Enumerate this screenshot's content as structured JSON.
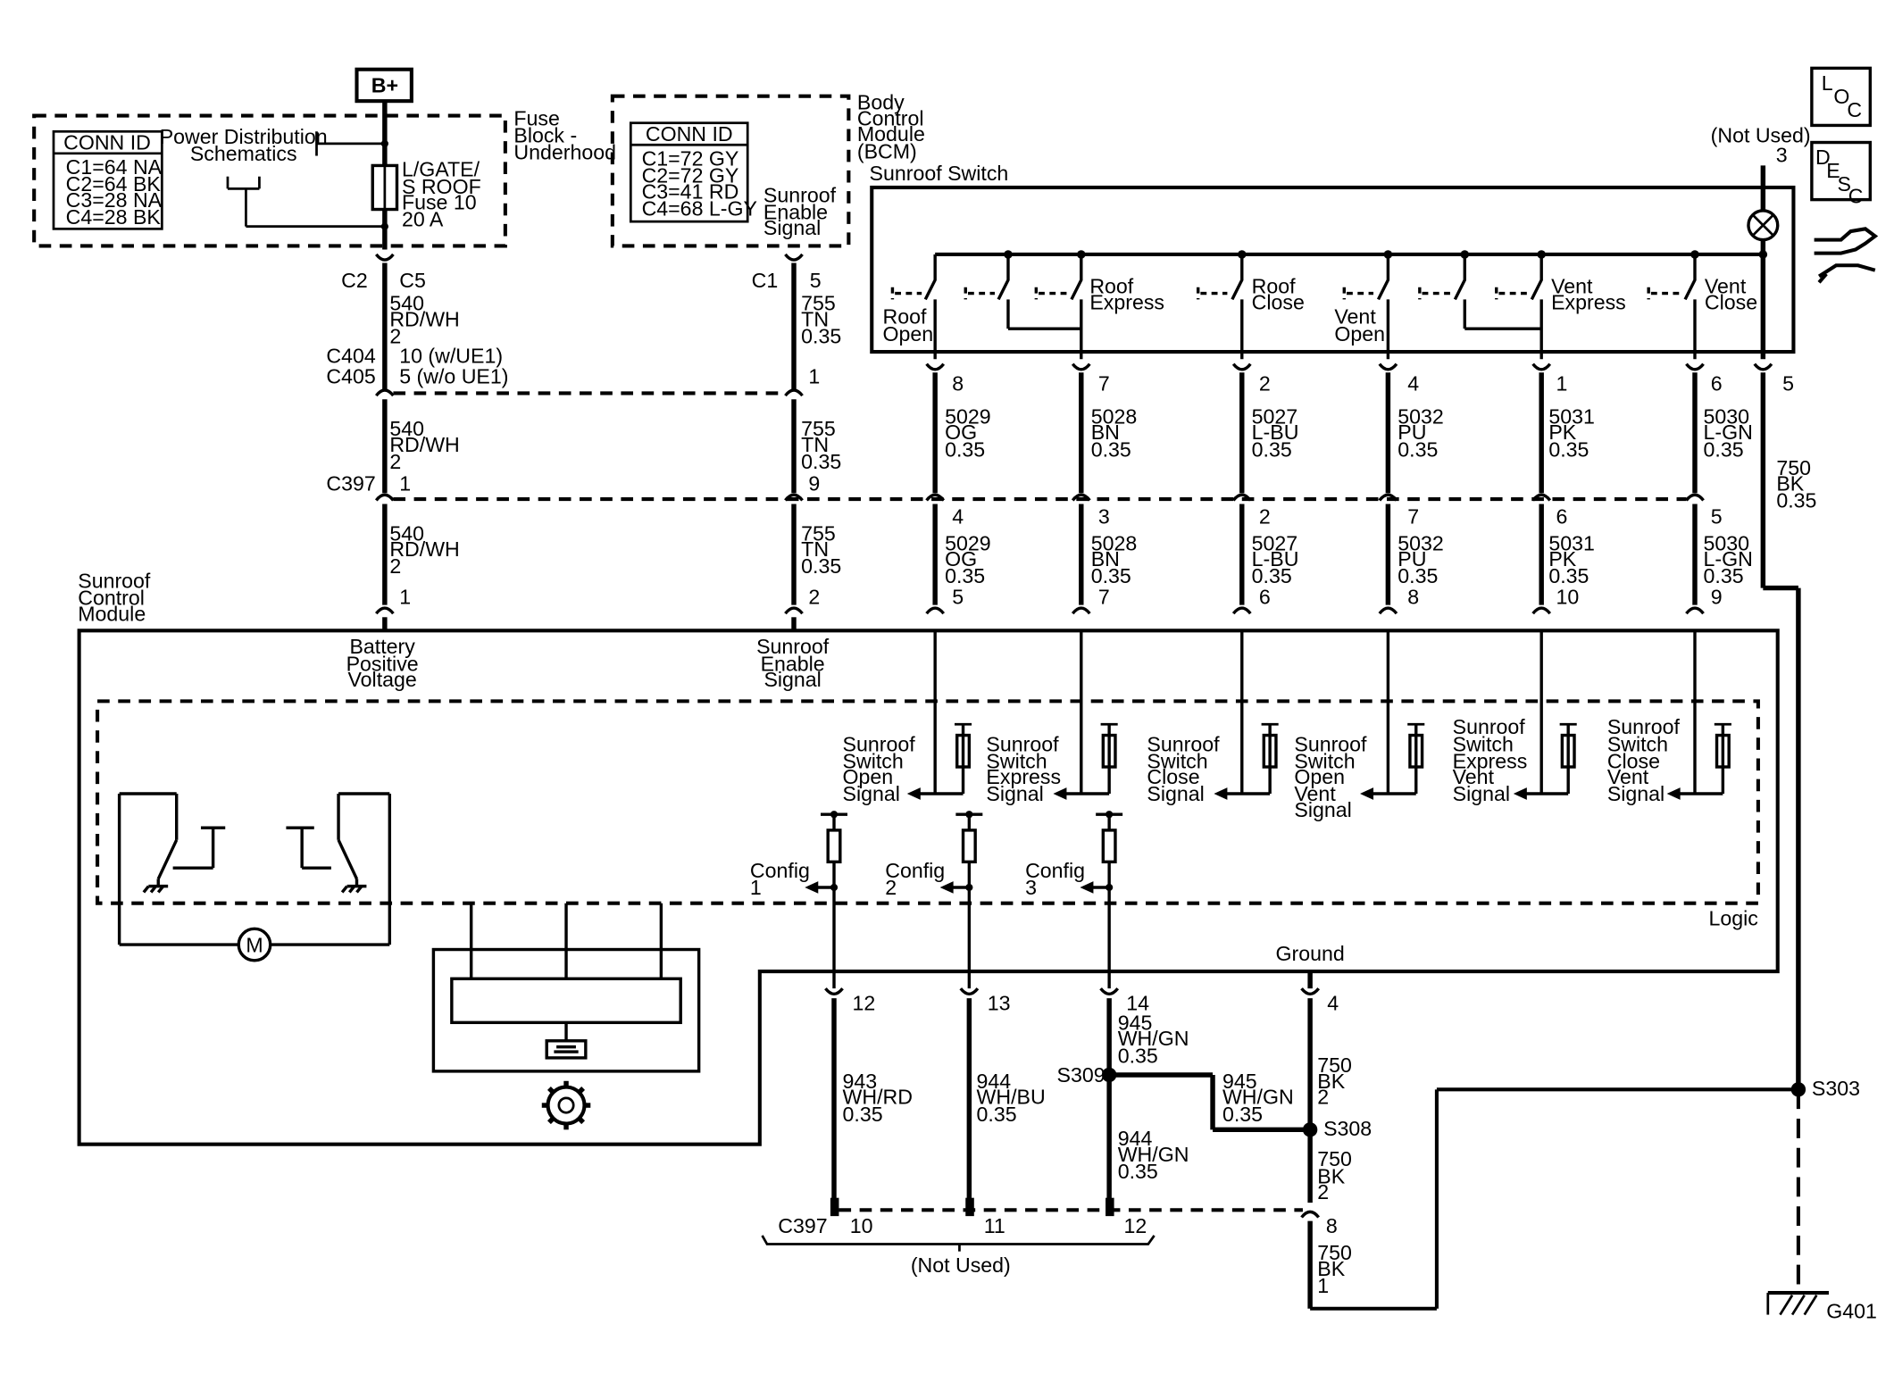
{
  "top": {
    "b_plus": "B+",
    "fuse_conn": {
      "header": "CONN ID",
      "c1": "C1=64 NA",
      "c2": "C2=64 BK",
      "c3": "C3=28 NA",
      "c4": "C4=28 BK"
    },
    "pds_l1": "Power Distribution",
    "pds_l2": "Schematics",
    "fuse_l1": "L/GATE/",
    "fuse_l2": "S ROOF",
    "fuse_l3": "Fuse 10",
    "fuse_l4": "20 A",
    "fb_l1": "Fuse",
    "fb_l2": "Block -",
    "fb_l3": "Underhood",
    "bcm_conn": {
      "header": "CONN ID",
      "c1": "C1=72 GY",
      "c2": "C2=72 GY",
      "c3": "C3=41 RD",
      "c4": "C4=68 L-GY"
    },
    "bcm_l1": "Body",
    "bcm_l2": "Control",
    "bcm_l3": "Module",
    "bcm_l4": "(BCM)",
    "sre_l1": "Sunroof",
    "sre_l2": "Enable",
    "sre_l3": "Signal"
  },
  "icons": {
    "loc_l": "L",
    "loc_o": "O",
    "loc_c": "C",
    "desc_d": "D",
    "desc_e": "E",
    "desc_s": "S",
    "desc_c": "C"
  },
  "switch": {
    "title": "Sunroof Switch",
    "not_used": "(Not Used)",
    "lamp_pin": "3",
    "labels": {
      "ro1": "Roof",
      "ro2": "Open",
      "rx1": "Roof",
      "rx2": "Express",
      "rc1": "Roof",
      "rc2": "Close",
      "vo1": "Vent",
      "vo2": "Open",
      "vx1": "Vent",
      "vx2": "Express",
      "vc1": "Vent",
      "vc2": "Close"
    }
  },
  "left_wires": {
    "c2": "C2",
    "c5": "C5",
    "w1_circ": "540",
    "w1_col": "RD/WH",
    "w1_size": "2",
    "c404": "C404",
    "c404_pin": "10 (w/UE1)",
    "c405": "C405",
    "c405_pin": "5 (w/o UE1)",
    "w2_circ": "540",
    "w2_col": "RD/WH",
    "w2_size": "2",
    "c397": "C397",
    "c397_pin": "1",
    "w3_circ": "540",
    "w3_col": "RD/WH",
    "w3_size": "2",
    "scm_pin": "1",
    "bcm_c1": "C1",
    "bcm_pin": "5",
    "e1_circ": "755",
    "e1_col": "TN",
    "e1_size": "0.35",
    "e_c404_pin": "1",
    "e2_circ": "755",
    "e2_col": "TN",
    "e2_size": "0.35",
    "e_c397_pin": "9",
    "e3_circ": "755",
    "e3_col": "TN",
    "e3_size": "0.35",
    "e_scm_pin": "2"
  },
  "switch_wires": [
    {
      "sw_pin": "8",
      "circuit": "5029",
      "color": "OG",
      "size": "0.35",
      "c397_pin": "4",
      "circuit_b": "5029",
      "color_b": "OG",
      "size_b": "0.35",
      "scm_pin": "5"
    },
    {
      "sw_pin": "7",
      "circuit": "5028",
      "color": "BN",
      "size": "0.35",
      "c397_pin": "3",
      "circuit_b": "5028",
      "color_b": "BN",
      "size_b": "0.35",
      "scm_pin": "7"
    },
    {
      "sw_pin": "2",
      "circuit": "5027",
      "color": "L-BU",
      "size": "0.35",
      "c397_pin": "2",
      "circuit_b": "5027",
      "color_b": "L-BU",
      "size_b": "0.35",
      "scm_pin": "6"
    },
    {
      "sw_pin": "4",
      "circuit": "5032",
      "color": "PU",
      "size": "0.35",
      "c397_pin": "7",
      "circuit_b": "5032",
      "color_b": "PU",
      "size_b": "0.35",
      "scm_pin": "8"
    },
    {
      "sw_pin": "1",
      "circuit": "5031",
      "color": "PK",
      "size": "0.35",
      "c397_pin": "6",
      "circuit_b": "5031",
      "color_b": "PK",
      "size_b": "0.35",
      "scm_pin": "10"
    },
    {
      "sw_pin": "6",
      "circuit": "5030",
      "color": "L-GN",
      "size": "0.35",
      "c397_pin": "5",
      "circuit_b": "5030",
      "color_b": "L-GN",
      "size_b": "0.35",
      "scm_pin": "9"
    }
  ],
  "ground_wire": {
    "pin": "5",
    "circuit": "750",
    "color": "BK",
    "size": "0.35"
  },
  "module": {
    "title_l1": "Sunroof",
    "title_l2": "Control",
    "title_l3": "Module",
    "bpv_l1": "Battery",
    "bpv_l2": "Positive",
    "bpv_l3": "Voltage",
    "sre_l1": "Sunroof",
    "sre_l2": "Enable",
    "sre_l3": "Signal",
    "logic": "Logic",
    "ground": "Ground",
    "motor": "M",
    "signals": {
      "s1_l1": "Sunroof",
      "s1_l2": "Switch",
      "s1_l3": "Open",
      "s1_l4": "Signal",
      "s2_l1": "Sunroof",
      "s2_l2": "Switch",
      "s2_l3": "Express",
      "s2_l4": "Signal",
      "s3_l1": "Sunroof",
      "s3_l2": "Switch",
      "s3_l3": "Close",
      "s3_l4": "Signal",
      "s4_l1": "Sunroof",
      "s4_l2": "Switch",
      "s4_l3": "Open",
      "s4_l4": "Vent",
      "s4_l5": "Signal",
      "s5_l1": "Sunroof",
      "s5_l2": "Switch",
      "s5_l3": "Express",
      "s5_l4": "Vent",
      "s5_l5": "Signal",
      "s6_l1": "Sunroof",
      "s6_l2": "Switch",
      "s6_l3": "Close",
      "s6_l4": "Vent",
      "s6_l5": "Signal"
    },
    "config": {
      "c1_l1": "Config",
      "c1_l2": "1",
      "c2_l1": "Config",
      "c2_l2": "2",
      "c3_l1": "Config",
      "c3_l2": "3"
    }
  },
  "bottom": {
    "p12": "12",
    "p13": "13",
    "p14": "14",
    "p4": "4",
    "w943_circ": "943",
    "w943_col": "WH/RD",
    "w943_size": "0.35",
    "w944_circ": "944",
    "w944_col": "WH/BU",
    "w944_size": "0.35",
    "w945_circ": "945",
    "w945_col": "WH/GN",
    "w945_size": "0.35",
    "s309": "S309",
    "w945b_circ": "945",
    "w945b_col": "WH/GN",
    "w945b_size": "0.35",
    "w944b_circ": "944",
    "w944b_col": "WH/GN",
    "w944b_size": "0.35",
    "w750a_circ": "750",
    "w750a_col": "BK",
    "w750a_size": "2",
    "s308": "S308",
    "w750b_circ": "750",
    "w750b_col": "BK",
    "w750b_size": "2",
    "c397": "C397",
    "c397_p10": "10",
    "c397_p11": "11",
    "c397_p12": "12",
    "c397_p8": "8",
    "not_used": "(Not Used)",
    "w750c_circ": "750",
    "w750c_col": "BK",
    "w750c_size": "1",
    "s303": "S303",
    "g401": "G401"
  }
}
